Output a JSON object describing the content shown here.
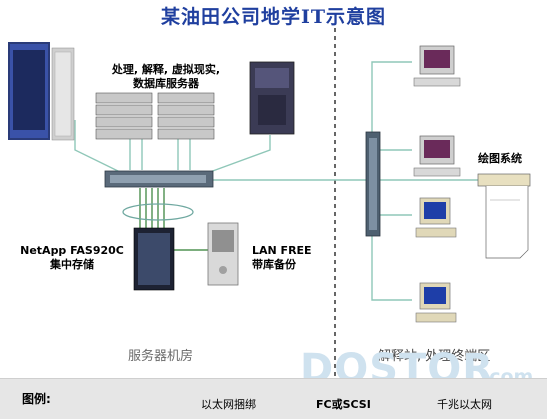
{
  "title": "某油田公司地学IT示意图",
  "labels": {
    "servers": "处理, 解释, 虚拟现实,",
    "servers_line2": "数据库服务器",
    "storage_name": "NetApp FAS920C",
    "storage_desc": "集中存储",
    "lanfree_name": "LAN FREE",
    "lanfree_desc": "带库备份",
    "plotter": "绘图系统",
    "server_room": "服务器机房",
    "terminal_zone": "解释站, 处理终端区"
  },
  "legend": {
    "title": "图例:",
    "bundle": "以太网捆绑",
    "fc": "FC或SCSI",
    "gigabit": "千兆以太网"
  },
  "watermark": {
    "logo": "DOSTOR",
    "suffix": ".com"
  },
  "colors": {
    "title": "#1f3f9f",
    "gigabit_line": "#8fc7b8",
    "fc_line": "#2e7d32",
    "ellipse": "#6fa8a0",
    "divider": "#333333"
  },
  "icons": [
    "server-rack-icon",
    "rack-server-icon",
    "tower-server-icon",
    "core-switch-icon",
    "storage-array-icon",
    "tape-library-icon",
    "access-switch-icon",
    "workstation-icon",
    "windows-pc-icon",
    "plotter-icon"
  ]
}
